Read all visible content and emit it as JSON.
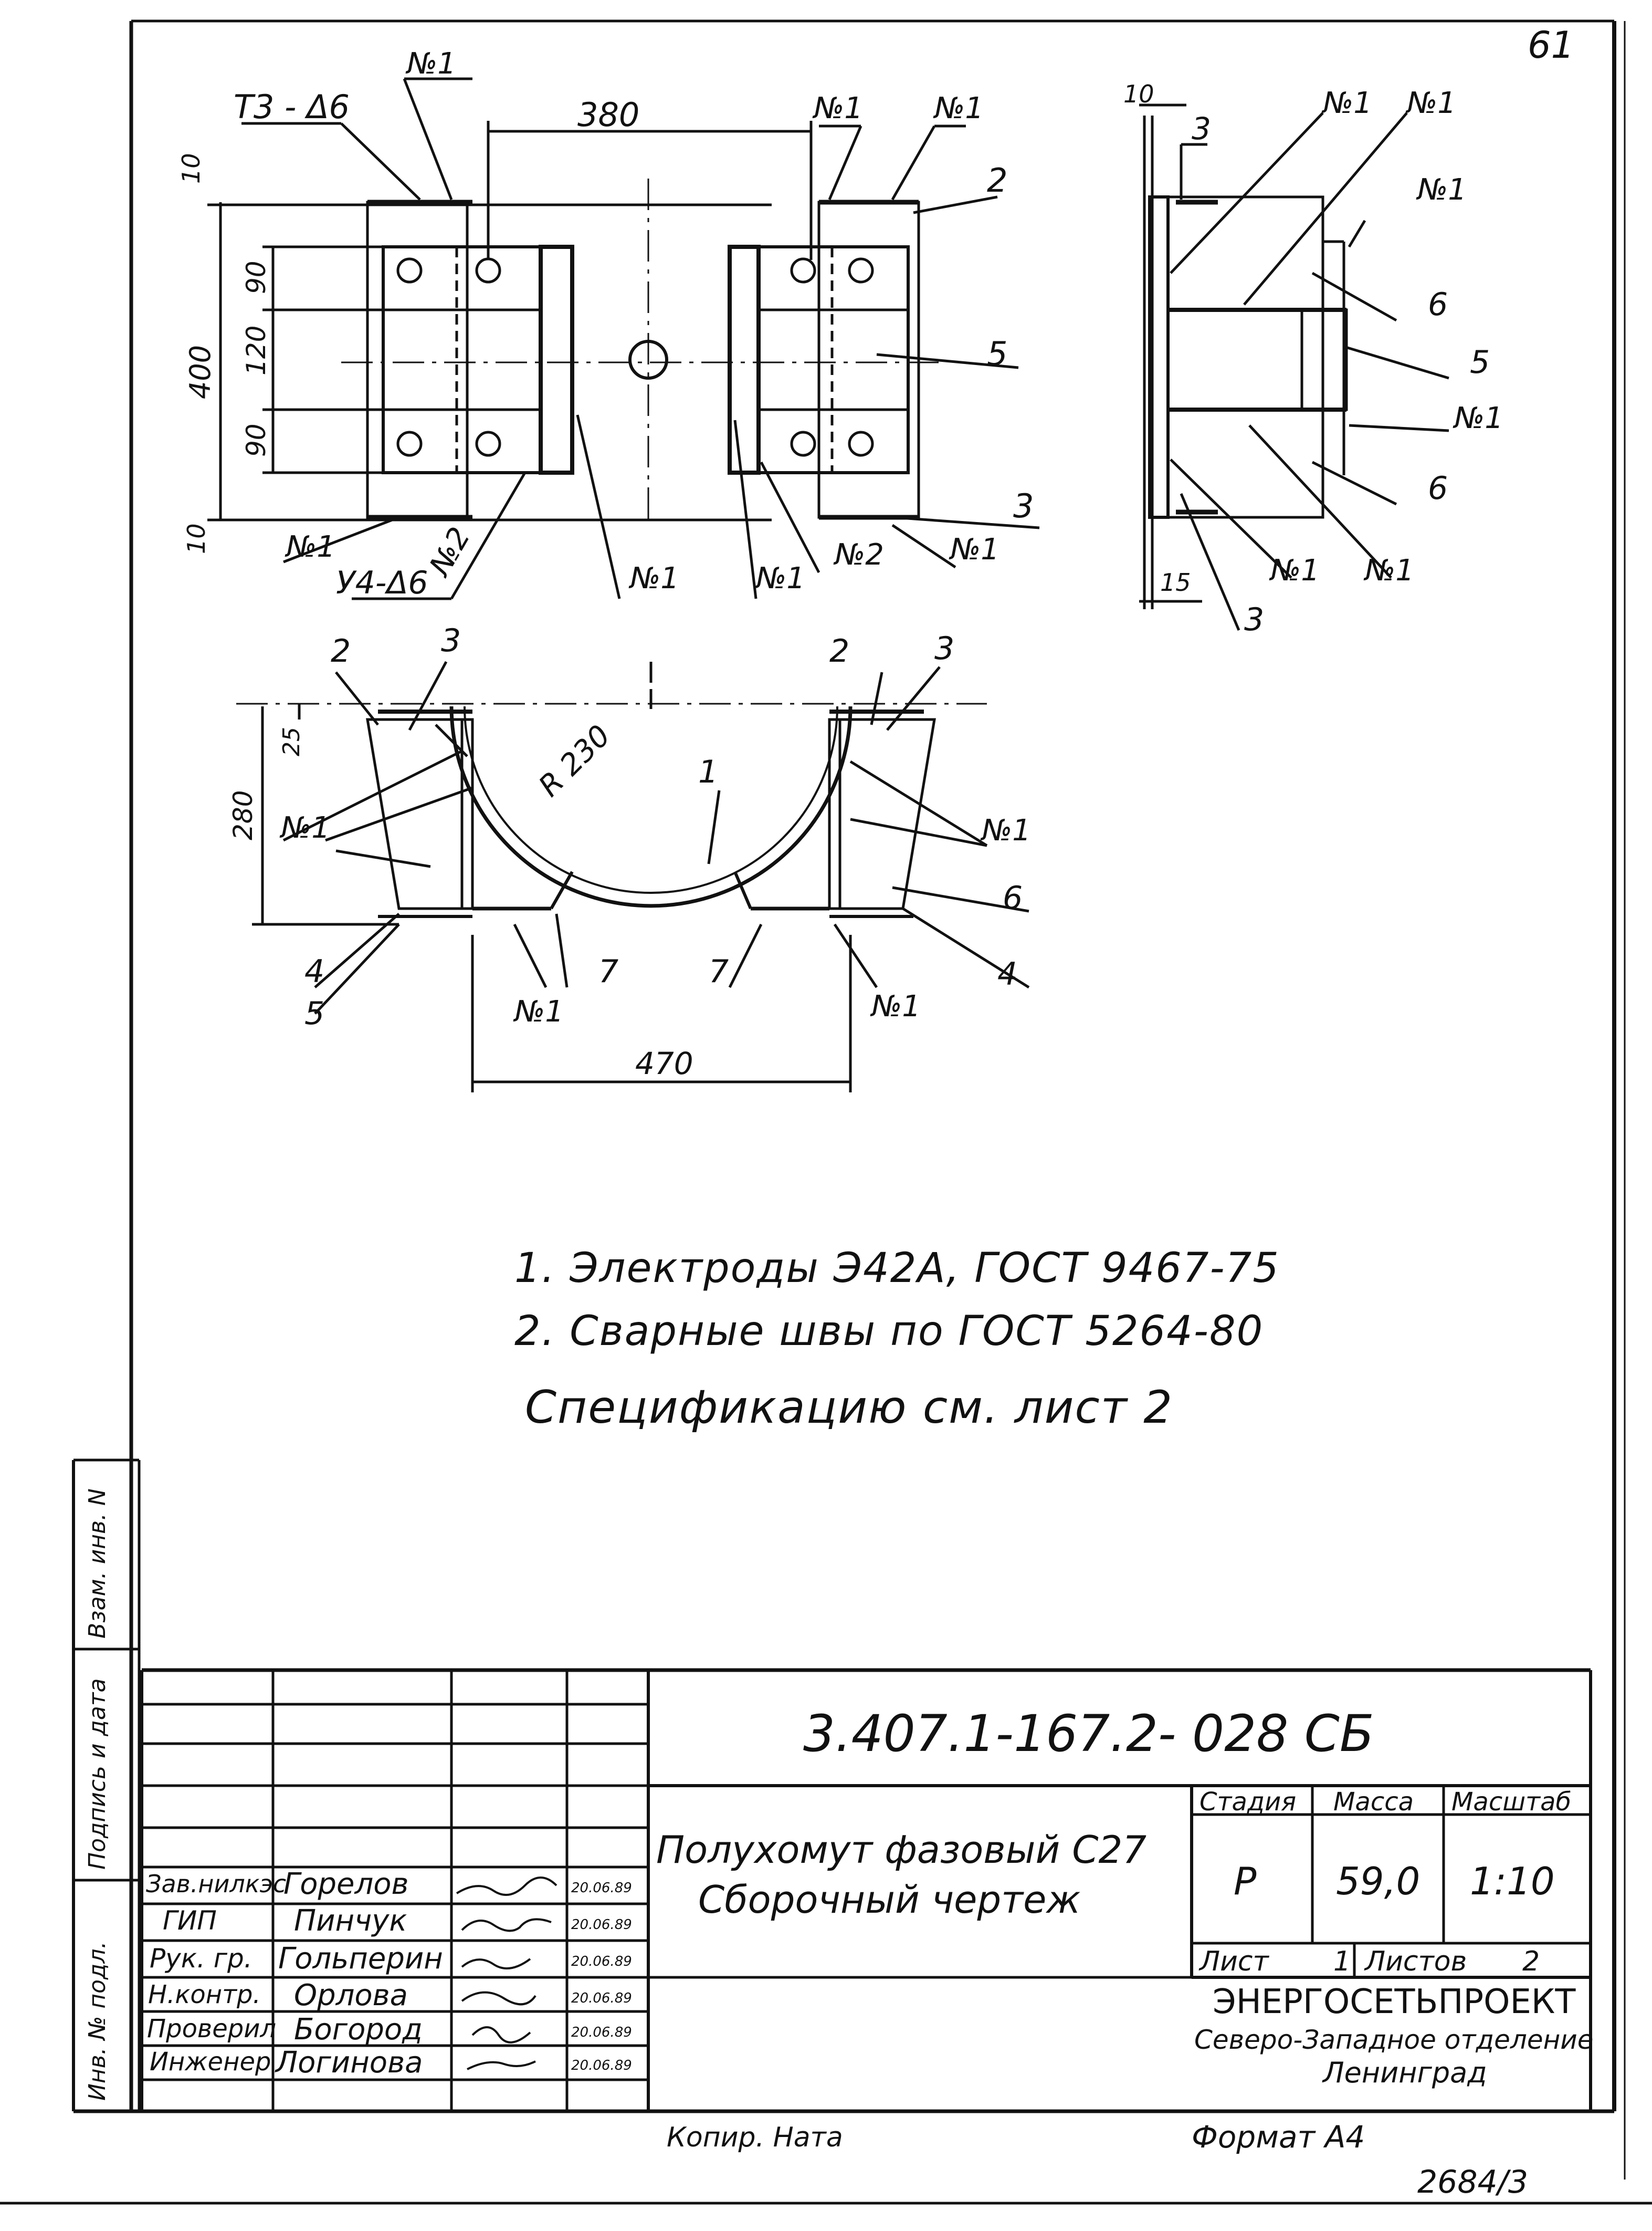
{
  "page": {
    "sheet_corner": "61",
    "bottom_number": "2684/3"
  },
  "views": {
    "top_left": {
      "label_weld_t3": "Т3 - Δ6",
      "label_weld_u4": "У4-Δ6",
      "dim_380": "380",
      "dim_400": "400",
      "dim_90a": "90",
      "dim_120": "120",
      "dim_90b": "90",
      "dim_10a": "10",
      "dim_10b": "10",
      "n1": "№1",
      "n2": "№2",
      "ref_2": "2",
      "ref_5": "5",
      "ref_3": "3"
    },
    "right": {
      "dim_10": "10",
      "dim_15": "15",
      "n1": "№1",
      "ref_3a": "3",
      "ref_6a": "6",
      "ref_5": "5",
      "ref_6b": "6",
      "ref_3b": "3"
    },
    "section": {
      "dim_25": "25",
      "dim_280": "280",
      "radius": "R 230",
      "dim_470": "470",
      "n1": "№1",
      "ref_1": "1",
      "ref_2": "2",
      "ref_3": "3",
      "ref_4": "4",
      "ref_5": "5",
      "ref_6": "6",
      "ref_7": "7"
    }
  },
  "notes": {
    "line1": "1. Электроды Э42А, ГОСТ 9467-75",
    "line2": "2. Сварные швы по ГОСТ 5264-80",
    "line3": "Спецификацию  см. лист 2"
  },
  "side_stamp": {
    "vzam": "Взам. инв. N",
    "podpis": "Подпись и дата",
    "inv": "Инв. № подл."
  },
  "title_block": {
    "doc_code": "3.407.1-167.2- 028 СБ",
    "title_line1": "Полухомут фазовый С27",
    "title_line2": "Сборочный чертеж",
    "stage_header": "Стадия",
    "mass_header": "Масса",
    "scale_header": "Масштаб",
    "stage": "Р",
    "mass": "59,0",
    "scale": "1:10",
    "sheet_label": "Лист",
    "sheet_no": "1",
    "sheets_label": "Листов",
    "sheets_total": "2",
    "org_name": "ЭНЕРГОСЕТЬПРОЕКТ",
    "org_branch": "Северо-Западное отделение",
    "org_city": "Ленинград",
    "signers": [
      {
        "role": "Зав.нилкэс",
        "name": "Горелов",
        "date": "20.06.89"
      },
      {
        "role": "ГИП",
        "name": "Пинчук",
        "date": "20.06.89"
      },
      {
        "role": "Рук. гр.",
        "name": "Гольперин",
        "date": "20.06.89"
      },
      {
        "role": "Н.контр.",
        "name": "Орлова",
        "date": "20.06.89"
      },
      {
        "role": "Проверил",
        "name": "Богород",
        "date": "20.06.89"
      },
      {
        "role": "Инженер",
        "name": "Логинова",
        "date": "20.06.89"
      }
    ],
    "copied": "Копир. Ната",
    "format": "Формат А4"
  }
}
